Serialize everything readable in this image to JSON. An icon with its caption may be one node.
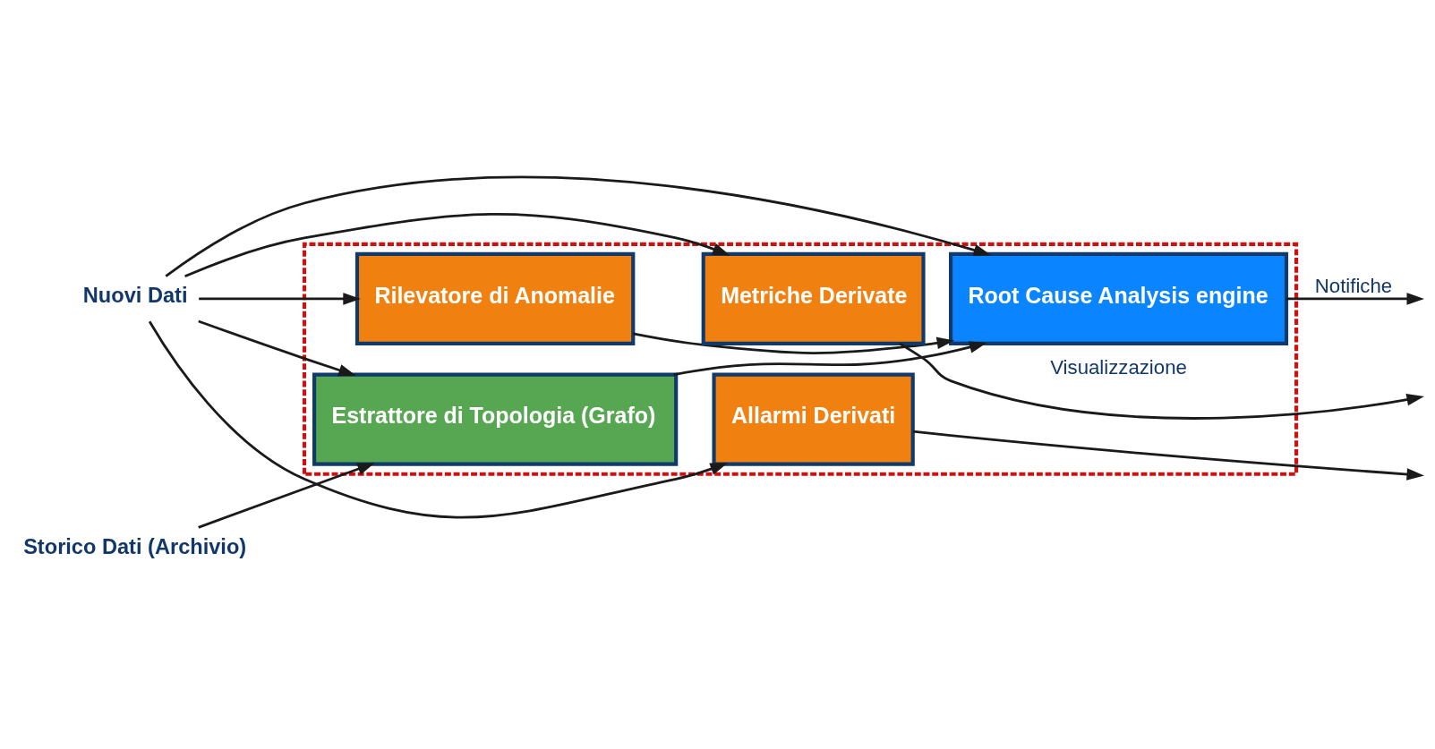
{
  "diagram": {
    "nodes": [
      {
        "text": [],
        "shape": "box"
      },
      {
        "text": [
          "Storico Dati (Archivio)"
        ]
      },
      {
        "text": [
          "Nuovi Dati"
        ]
      },
      {
        "text": [
          "Estrattore di Topologia (Grafo)"
        ],
        "in": 0
      },
      {
        "text": [
          "Root Cause Analysis engine"
        ],
        "in": 0
      },
      {
        "text": [
          "Rilevatore di Anomalie"
        ],
        "in": 0
      },
      {
        "text": [
          "Allarmi Derivati"
        ],
        "in": 0
      },
      {
        "text": [
          "Metriche Derivate"
        ],
        "in": 0
      }
    ],
    "edges": [
      {
        "from": 1,
        "to": 3,
        "arrow": "to"
      },
      {
        "from": 2,
        "to": 3,
        "arrow": "to"
      },
      {
        "from": 2,
        "to": 5,
        "arrow": "to"
      },
      {
        "from": 2,
        "to": 6,
        "arrow": "to"
      },
      {
        "from": 2,
        "to": 7,
        "arrow": "to"
      },
      {
        "from": 2,
        "to": 4,
        "arrow": "to"
      },
      {
        "from": 3,
        "to": 4,
        "arrow": "to"
      },
      {
        "from": 5,
        "to": 4,
        "arrow": "to"
      },
      {
        "from": 4,
        "to": null,
        "arrow": "to",
        "label": "Notifiche"
      },
      {
        "from": 6,
        "to": null,
        "arrow": "to"
      },
      {
        "from": 7,
        "to": null,
        "arrow": "to",
        "label": "Visualizzazione"
      }
    ]
  }
}
